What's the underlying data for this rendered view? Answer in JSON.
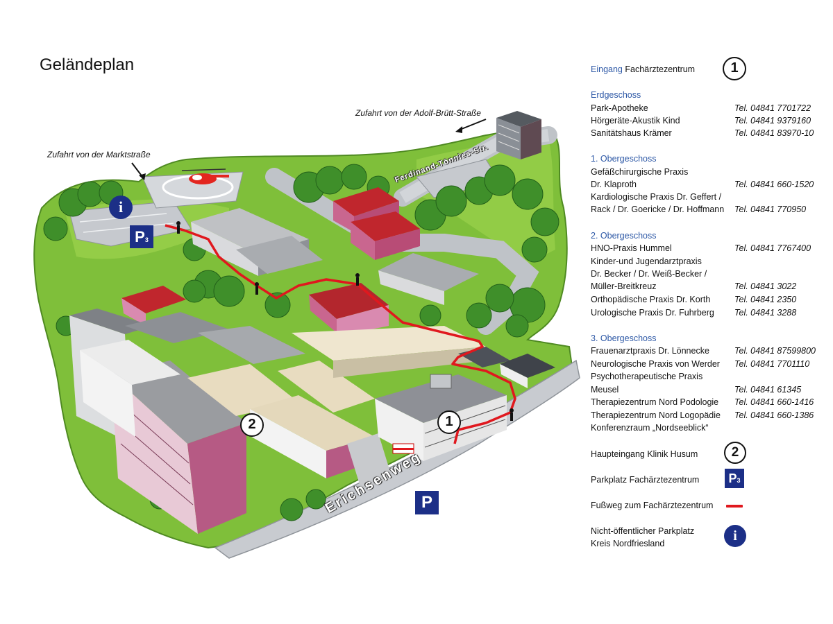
{
  "title": "Geländeplan",
  "map": {
    "labels": {
      "access_adolf": "Zufahrt von der Adolf-Brütt-Straße",
      "access_markt": "Zufahrt von der Marktstraße",
      "street_ferdinand": "Ferdinand-Tönnies-Str.",
      "street_erichsenweg": "Erichsenweg"
    },
    "markers": {
      "entrance_1": "1",
      "entrance_2": "2",
      "info": "i",
      "parking_p3": "P",
      "parking_p3_sub": "3",
      "parking_p": "P"
    }
  },
  "legend": {
    "entrance": {
      "prefix": "Eingang",
      "name": "Fachärztezentrum",
      "symbol": "1"
    },
    "floors": [
      {
        "heading": "Erdgeschoss",
        "entries": [
          {
            "name": "Park-Apotheke",
            "tel": "Tel. 04841 7701722"
          },
          {
            "name": "Hörgeräte-Akustik Kind",
            "tel": "Tel. 04841 9379160"
          },
          {
            "name": "Sanitätshaus Krämer",
            "tel": "Tel. 04841 83970-10"
          }
        ]
      },
      {
        "heading": "1. Obergeschoss",
        "entries": [
          {
            "name": "Gefäßchirurgische Praxis",
            "tel": ""
          },
          {
            "name": "Dr. Klaproth",
            "tel": "Tel. 04841 660-1520"
          },
          {
            "name": "Kardiologische Praxis Dr. Geffert /",
            "tel": ""
          },
          {
            "name": "Rack / Dr. Goericke / Dr. Hoffmann",
            "tel": "Tel. 04841 770950"
          }
        ]
      },
      {
        "heading": "2. Obergeschoss",
        "entries": [
          {
            "name": "HNO-Praxis Hummel",
            "tel": "Tel. 04841 7767400"
          },
          {
            "name": "Kinder-und Jugendarztpraxis",
            "tel": ""
          },
          {
            "name": "Dr. Becker / Dr. Weiß-Becker /",
            "tel": ""
          },
          {
            "name": "Müller-Breitkreuz",
            "tel": "Tel. 04841 3022"
          },
          {
            "name": "Orthopädische Praxis Dr. Korth",
            "tel": "Tel. 04841 2350"
          },
          {
            "name": "Urologische Praxis Dr. Fuhrberg",
            "tel": "Tel. 04841 3288"
          }
        ]
      },
      {
        "heading": "3. Obergeschoss",
        "entries": [
          {
            "name": "Frauenarztpraxis Dr. Lönnecke",
            "tel": "Tel. 04841 87599800"
          },
          {
            "name": "Neurologische Praxis von Werder",
            "tel": "Tel. 04841 7701110"
          },
          {
            "name": "Psychotherapeutische Praxis",
            "tel": ""
          },
          {
            "name": "Meusel",
            "tel": "Tel. 04841 61345"
          },
          {
            "name": "Therapiezentrum Nord Podologie",
            "tel": "Tel. 04841 660-1416"
          },
          {
            "name": "Therapiezentrum Nord Logopädie",
            "tel": "Tel. 04841 660-1386"
          },
          {
            "name": "Konferenzraum „Nordseeblick“",
            "tel": ""
          }
        ]
      }
    ],
    "symbols": [
      {
        "label": "Haupteingang Klinik Husum",
        "symbol": "2"
      },
      {
        "label": "Parkplatz Fachärztezentrum",
        "symbol": "P",
        "symbol_sub": "3"
      },
      {
        "label": "Fußweg zum Fachärztezentrum",
        "symbol": ""
      },
      {
        "label": "Nicht-öffentlicher Parkplatz",
        "label2": "Kreis Nordfriesland",
        "symbol": "i"
      }
    ]
  },
  "colors": {
    "accent_blue": "#2d58a6",
    "badge_navy": "#1c2f87",
    "path_red": "#e0181e",
    "grass": "#8cc63f"
  }
}
